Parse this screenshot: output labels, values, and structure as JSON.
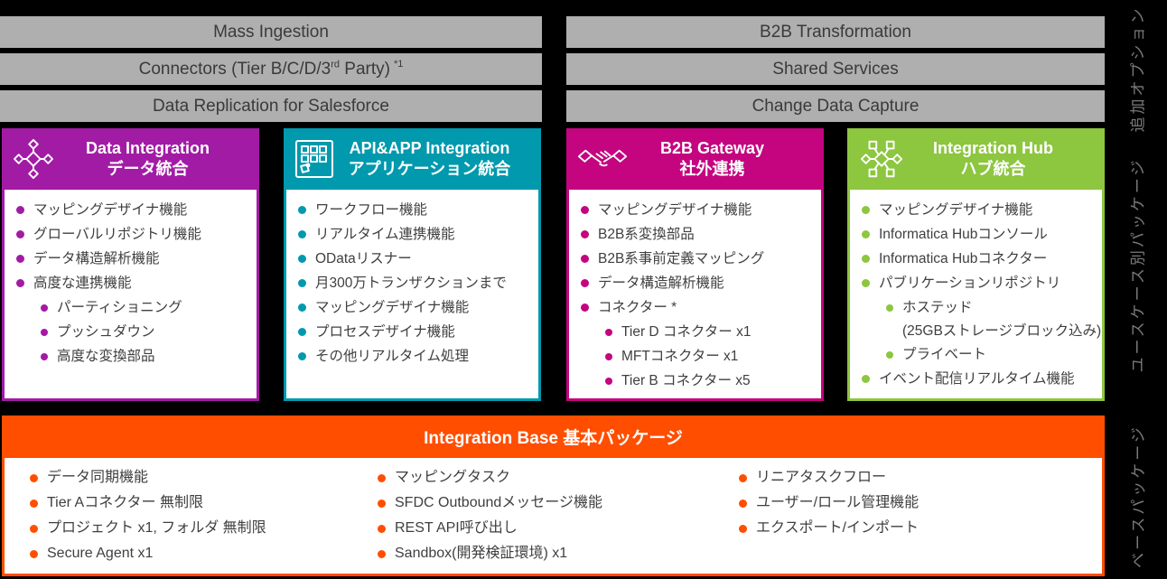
{
  "top_options": {
    "left_bars": [
      {
        "text": "Mass Ingestion"
      },
      {
        "pre": "Connectors (Tier B/C/D/3",
        "sup1": "rd",
        "mid": " Party)",
        "sup2": "*1"
      },
      {
        "text": "Data Replication for Salesforce"
      }
    ],
    "right_bars": [
      {
        "text": "B2B Transformation"
      },
      {
        "text": "Shared Services"
      },
      {
        "text": "Change Data Capture"
      }
    ]
  },
  "side_labels": {
    "top": "追加オプション",
    "middle": "ユースケース別パッケージ",
    "bottom": "ベースパッケージ"
  },
  "colors": {
    "purple": "#A21BA5",
    "teal": "#0099AD",
    "magenta": "#C4057F",
    "green": "#8DC63F",
    "orange": "#FF4E00",
    "bar_gray": "#AFAFAF",
    "label_gray": "#7A7A7A",
    "background": "#000000",
    "body_text": "#3F3F3F"
  },
  "boxes": [
    {
      "icon": "network-diamonds-icon",
      "title_en": "Data Integration",
      "title_ja": "データ統合",
      "items": [
        {
          "text": "マッピングデザイナ機能",
          "level": 1
        },
        {
          "text": "グローバルリポジトリ機能",
          "level": 1
        },
        {
          "text": "データ構造解析機能",
          "level": 1
        },
        {
          "text": "高度な連携機能",
          "level": 1
        },
        {
          "text": "パーティショニング",
          "level": 2
        },
        {
          "text": "プッシュダウン",
          "level": 2
        },
        {
          "text": "高度な変換部品",
          "level": 2
        }
      ]
    },
    {
      "icon": "app-grid-icon",
      "title_en": "API&APP Integration",
      "title_ja": "アプリケーション統合",
      "items": [
        {
          "text": "ワークフロー機能",
          "level": 1
        },
        {
          "text": "リアルタイム連携機能",
          "level": 1
        },
        {
          "text": "ODataリスナー",
          "level": 1
        },
        {
          "text": "月300万トランザクションまで",
          "level": 1
        },
        {
          "text": "マッピングデザイナ機能",
          "level": 1
        },
        {
          "text": "プロセスデザイナ機能",
          "level": 1
        },
        {
          "text": "その他リアルタイム処理",
          "level": 1
        }
      ]
    },
    {
      "icon": "handshake-icon",
      "title_en": "B2B Gateway",
      "title_ja": "社外連携",
      "items": [
        {
          "text": "マッピングデザイナ機能",
          "level": 1
        },
        {
          "text": "B2B系変換部品",
          "level": 1
        },
        {
          "text": "B2B系事前定義マッピング",
          "level": 1
        },
        {
          "text": "データ構造解析機能",
          "level": 1
        },
        {
          "text": "コネクター *",
          "level": 1
        },
        {
          "text": "Tier D コネクター x1",
          "level": 2
        },
        {
          "text": "MFTコネクター x1",
          "level": 2
        },
        {
          "text": "Tier B コネクター x5",
          "level": 2
        }
      ]
    },
    {
      "icon": "hub-network-icon",
      "title_en": "Integration Hub",
      "title_ja": "ハブ統合",
      "items": [
        {
          "text": "マッピングデザイナ機能",
          "level": 1
        },
        {
          "text": "Informatica Hubコンソール",
          "level": 1
        },
        {
          "text": "Informatica Hubコネクター",
          "level": 1
        },
        {
          "text": "パブリケーションリポジトリ",
          "level": 1
        },
        {
          "text": "ホステッド",
          "note": "(25GBストレージブロック込み)",
          "level": 2
        },
        {
          "text": "プライベート",
          "level": 2
        },
        {
          "text": "イベント配信リアルタイム機能",
          "level": 1
        }
      ]
    }
  ],
  "base_package": {
    "title": "Integration Base 基本パッケージ",
    "columns": [
      [
        "データ同期機能",
        "Tier Aコネクター 無制限",
        "プロジェクト x1, フォルダ 無制限",
        "Secure Agent x1"
      ],
      [
        "マッピングタスク",
        "SFDC Outboundメッセージ機能",
        "REST API呼び出し",
        "Sandbox(開発検証環境) x1"
      ],
      [
        "リニアタスクフロー",
        "ユーザー/ロール管理機能",
        "エクスポート/インポート"
      ]
    ]
  }
}
